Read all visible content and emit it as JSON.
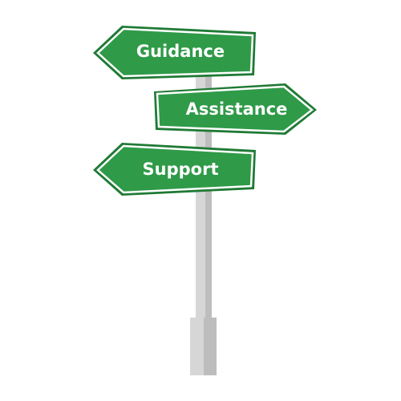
{
  "signpost": {
    "signs": [
      {
        "label": "Guidance",
        "direction": "left"
      },
      {
        "label": "Assistance",
        "direction": "right"
      },
      {
        "label": "Support",
        "direction": "left"
      }
    ]
  },
  "colors": {
    "sign_fill": "#2f9a48",
    "sign_border": "#ffffff",
    "sign_outline": "#1f7a35",
    "pole_light": "#d6d6d6",
    "pole_shade": "#bdbdbd",
    "background": "#ffffff"
  }
}
